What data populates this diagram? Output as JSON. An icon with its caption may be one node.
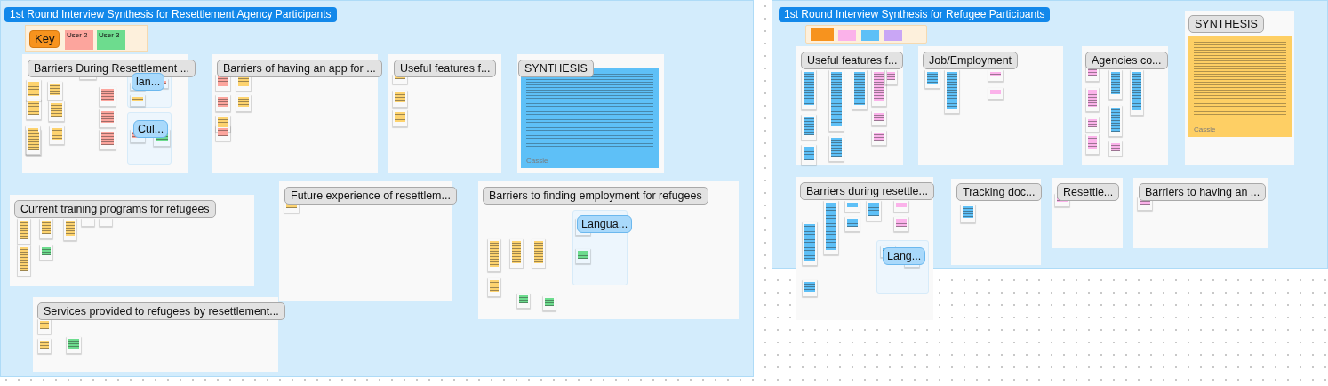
{
  "diagram": {
    "nodes": [
      {
        "text": [
          "1st Round Interview Synthesis for Resettlement Agency Participants"
        ]
      },
      {
        "text": [
          "Key",
          "User 2",
          "User 3"
        ],
        "in": 0
      },
      {
        "text": [
          "Barriers During Resettlement ..."
        ],
        "in": 0
      },
      {
        "text": [
          "lan..."
        ],
        "in": 2
      },
      {
        "text": [
          "Cul..."
        ],
        "in": 2
      },
      {
        "text": [
          "Barriers of having an app for ..."
        ],
        "in": 0
      },
      {
        "text": [
          "Useful features f..."
        ],
        "in": 0
      },
      {
        "text": [
          "SYNTHESIS",
          "Cassie"
        ],
        "in": 0
      },
      {
        "text": [
          "Current training programs for refugees"
        ],
        "in": 0
      },
      {
        "text": [
          "Future experience of resettlem..."
        ],
        "in": 0
      },
      {
        "text": [
          "Barriers to finding employment for refugees"
        ],
        "in": 0
      },
      {
        "text": [
          "Langua..."
        ],
        "in": 10
      },
      {
        "text": [
          "Services provided to refugees by resettlement..."
        ],
        "in": 0
      },
      {
        "text": [
          "1st Round Interview Synthesis for Refugee Participants"
        ]
      },
      {
        "text": [],
        "shape": "box",
        "in": 13
      },
      {
        "text": [
          "Useful features f..."
        ],
        "in": 13
      },
      {
        "text": [
          "Job/Employment"
        ],
        "in": 13
      },
      {
        "text": [
          "Agencies co..."
        ],
        "in": 13
      },
      {
        "text": [
          "SYNTHESIS",
          "Cassie"
        ],
        "in": 13
      },
      {
        "text": [
          "Barriers during resettle..."
        ]
      },
      {
        "text": [
          "Lang..."
        ],
        "in": 19
      },
      {
        "text": [
          "Tracking doc..."
        ],
        "in": 13
      },
      {
        "text": [
          "Resettle..."
        ],
        "in": 13
      },
      {
        "text": [
          "Barriers to having an ..."
        ],
        "in": 13
      }
    ]
  }
}
